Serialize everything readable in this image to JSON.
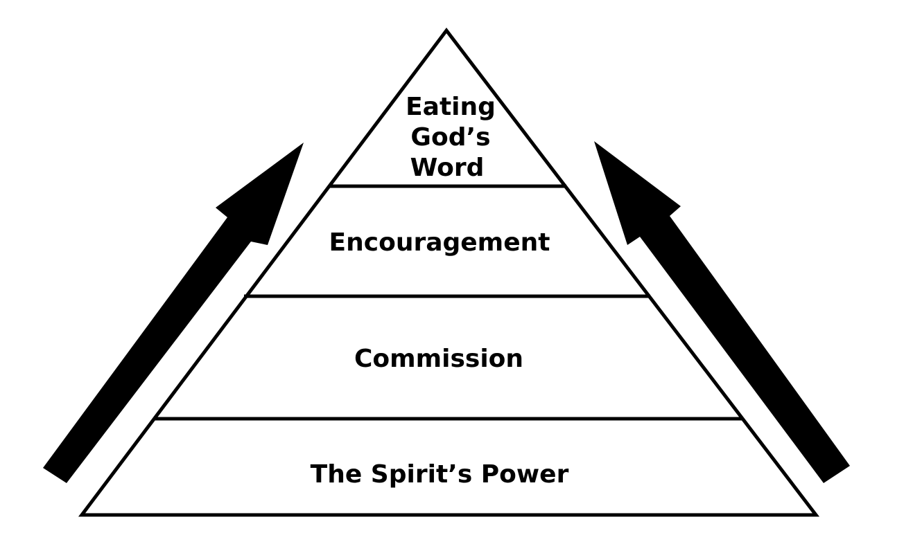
{
  "pyramid": {
    "tiers": [
      {
        "lines": [
          "Eating",
          "God’s",
          "Word"
        ]
      },
      {
        "lines": [
          "Encouragement"
        ]
      },
      {
        "lines": [
          "Commission"
        ]
      },
      {
        "lines": [
          "The Spirit’s Power"
        ]
      }
    ]
  },
  "colors": {
    "ink": "#000000",
    "background": "#ffffff"
  },
  "icons": {
    "left": "arrow-up-right-icon",
    "right": "arrow-up-left-icon"
  }
}
